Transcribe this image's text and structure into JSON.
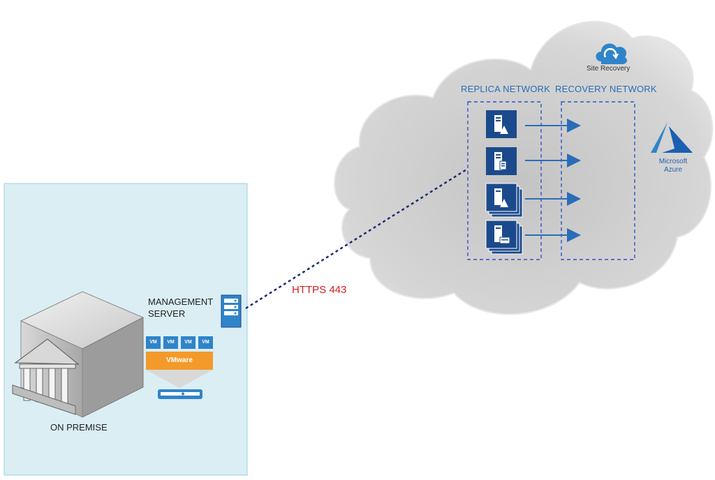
{
  "labels": {
    "management_server": "MANAGEMENT SERVER",
    "on_premise": "ON PREMISE",
    "https": "HTTPS 443",
    "replica_network": "REPLICA NETWORK",
    "recovery_network": "RECOVERY NETWORK",
    "site_recovery": "Site Recovery",
    "microsoft_azure": "Microsoft Azure"
  },
  "vm_labels": [
    "VM",
    "VM",
    "VM",
    "VM"
  ],
  "vmware_label": "VMware",
  "icons": {
    "on_premise": "datacenter-building-icon",
    "management_server": "server-icon",
    "vmware_host": "hypervisor-host-icon",
    "site_recovery": "cloud-recovery-icon",
    "azure": "azure-logo-icon",
    "replica_servers": [
      "server-network-icon",
      "server-document-icon",
      "server-cluster-network-icon",
      "server-cluster-app-icon"
    ]
  },
  "colors": {
    "on_premise_bg": "#daeef4",
    "cloud": "#cfcfcf",
    "accent_blue": "#2a6db7",
    "server_blue": "#1b4a8c",
    "https_red": "#d4201c",
    "vmware_orange": "#f39a2b",
    "vm_blue": "#2f84c9"
  }
}
